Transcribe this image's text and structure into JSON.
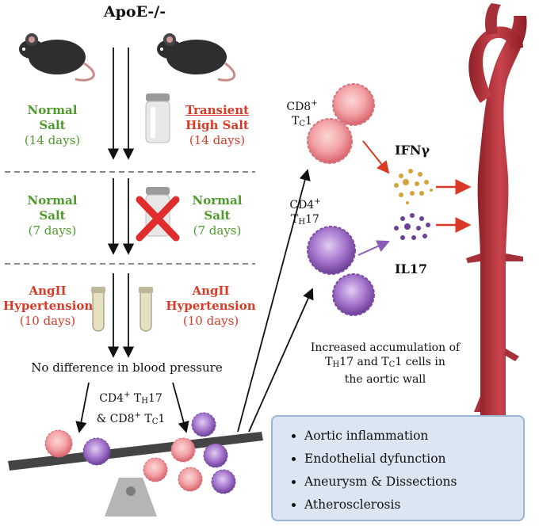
{
  "title": "ApoE-/-",
  "phase1": {
    "left": {
      "l1": "Normal",
      "l2": "Salt",
      "l3": "(14 days)"
    },
    "right": {
      "l1": "Transient",
      "l2": "High Salt",
      "l3": "(14 days)"
    }
  },
  "phase2": {
    "left": {
      "l1": "Normal",
      "l2": "Salt",
      "l3": "(7 days)"
    },
    "right": {
      "l1": "Normal",
      "l2": "Salt",
      "l3": "(7 days)"
    }
  },
  "phase3": {
    "left": {
      "l1": "AngII",
      "l2": "Hypertension",
      "l3": "(10 days)"
    },
    "right": {
      "l1": "AngII",
      "l2": "Hypertension",
      "l3": "(10 days)"
    }
  },
  "bp_text": "No difference in blood pressure",
  "cells_label": {
    "a": "CD4",
    "a_sup": "+",
    "b": " T",
    "b_sub": "H",
    "c": "17",
    "d": "& CD8",
    "d_sup": "+",
    "e": " T",
    "e_sub": "C",
    "f": "1"
  },
  "cd8_label": {
    "a": "CD8",
    "a_sup": "+",
    "b": "T",
    "b_sub": "C",
    "c": "1"
  },
  "cd4_label": {
    "a": "CD4",
    "a_sup": "+",
    "b": "T",
    "b_sub": "H",
    "c": "17"
  },
  "ifn": "IFNγ",
  "il17": "IL17",
  "accum": {
    "l1": "Increased accumulation of",
    "l2a": "T",
    "l2a_sub": "H",
    "l2b": "17 and T",
    "l2b_sub": "C",
    "l2c": "1 cells in",
    "l3": "the aortic wall"
  },
  "outcomes": [
    "Aortic inflammation",
    "Endothelial dyfunction",
    "Aneurysm & Dissections",
    "Atherosclerosis"
  ],
  "colors": {
    "green": "#4f9a2c",
    "red": "#d93a26",
    "aorta": "#b8323a",
    "pink_cell": "#f0a0a4",
    "purple_cell": "#9a6ac0",
    "box": "#dbe6f2"
  }
}
